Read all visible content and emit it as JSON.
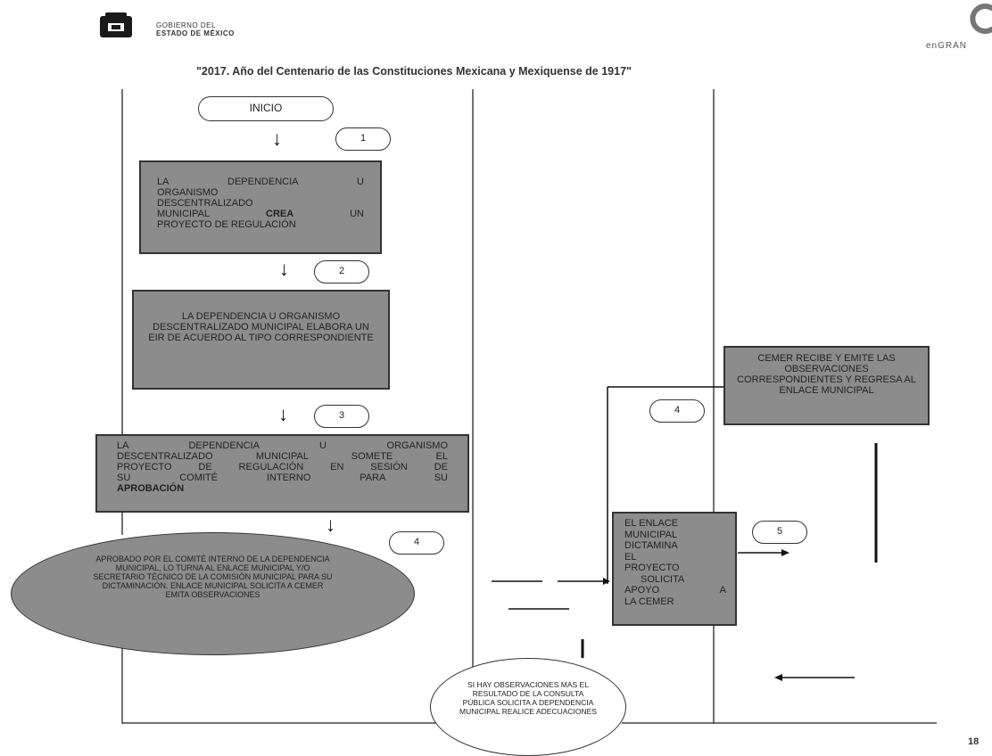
{
  "header": {
    "gov_line1": "GOBIERNO DEL",
    "gov_line2": "ESTADO DE MÉXICO",
    "brand": "enGRAN",
    "year_title": "\"2017. Año del Centenario de las Constituciones Mexicana y Mexiquense de 1917\""
  },
  "flow": {
    "start": "INICIO",
    "steps": {
      "n1": "1",
      "n2": "2",
      "n3": "3",
      "n4a": "4",
      "n4b": "4",
      "n5": "5"
    },
    "box1": {
      "line1_a": "LA",
      "line1_b": "DEPENDENCIA",
      "line1_c": "U",
      "line2": "ORGANISMO",
      "line3": "DESCENTRALIZADO",
      "line4_a": "MUNICIPAL",
      "line4_b": "CREA",
      "line4_c": "UN",
      "line5": "PROYECTO DE REGULACIÓN"
    },
    "box2": "LA DEPENDENCIA U ORGANISMO DESCENTRALIZADO MUNICIPAL ELABORA UN EIR DE ACUERDO AL TIPO CORRESPONDIENTE",
    "box3": {
      "line1": "LA DEPENDENCIA U ORGANISMO",
      "line2": "DESCENTRALIZADO MUNICIPAL SOMETE EL",
      "line3": "PROYECTO DE REGULACIÓN EN SESIÓN DE",
      "line4": "SU COMITÉ INTERNO PARA SU",
      "line5": "APROBACIÓN"
    },
    "oval_left": "APROBADO POR EL COMITÉ INTERNO DE LA DEPENDENCIA MUNICIPAL, LO TURNA AL ENLACE MUNICIPAL Y/O SECRETARIO TÉCNICO DE LA COMISIÓN MUNICIPAL PARA SU DICTAMINACIÓN. ENLACE MUNICIPAL SOLICITA A CEMER EMITA OBSERVACIONES",
    "box_enlace": {
      "line1": "EL ENLACE",
      "line2": "MUNICIPAL",
      "line3": "DICTAMINA",
      "line4": "EL",
      "line5": "PROYECTO",
      "line6": "SOLICITA",
      "line7_a": "APOYO",
      "line7_b": "A",
      "line8": "LA CEMER"
    },
    "box_cemer": "CEMER RECIBE Y EMITE LAS OBSERVACIONES CORRESPONDIENTES Y REGRESA AL ENLACE MUNICIPAL",
    "oval_bottom": "SI HAY OBSERVACIONES MAS EL RESULTADO DE LA CONSULTA PÚBLICA SOLICITA A DEPENDENCIA MUNICIPAL REALICE ADECUACIONES"
  },
  "page_number": "18"
}
